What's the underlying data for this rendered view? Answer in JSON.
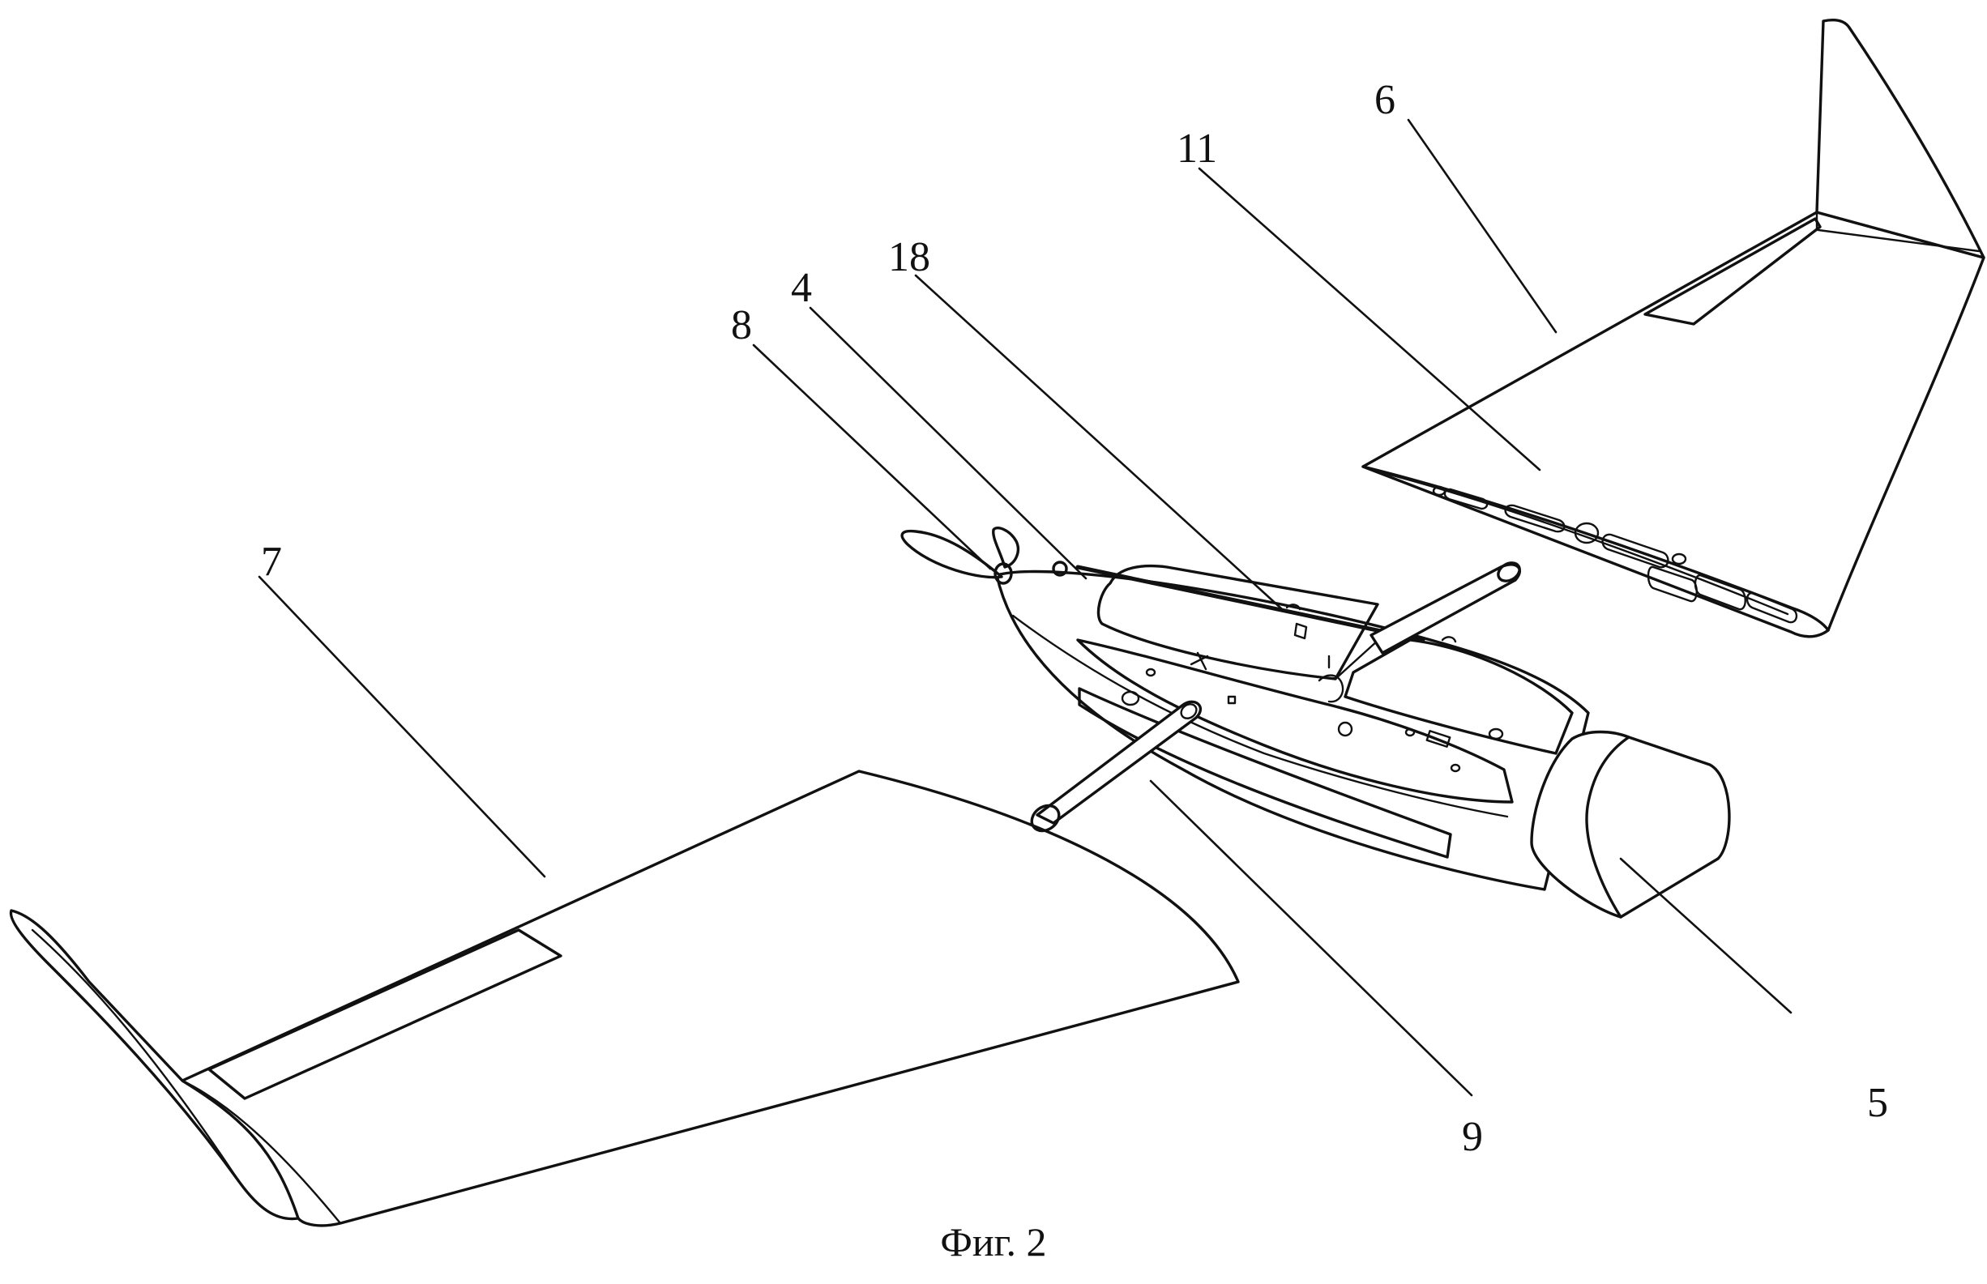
{
  "figure": {
    "caption": "Фиг. 2",
    "labels": {
      "wing_left": "7",
      "wing_right": "6",
      "nose_cowl": "5",
      "propeller": "8",
      "fuselage": "4",
      "hatch_cover": "18",
      "wing_root_rib": "11",
      "spar_tube": "9"
    }
  }
}
